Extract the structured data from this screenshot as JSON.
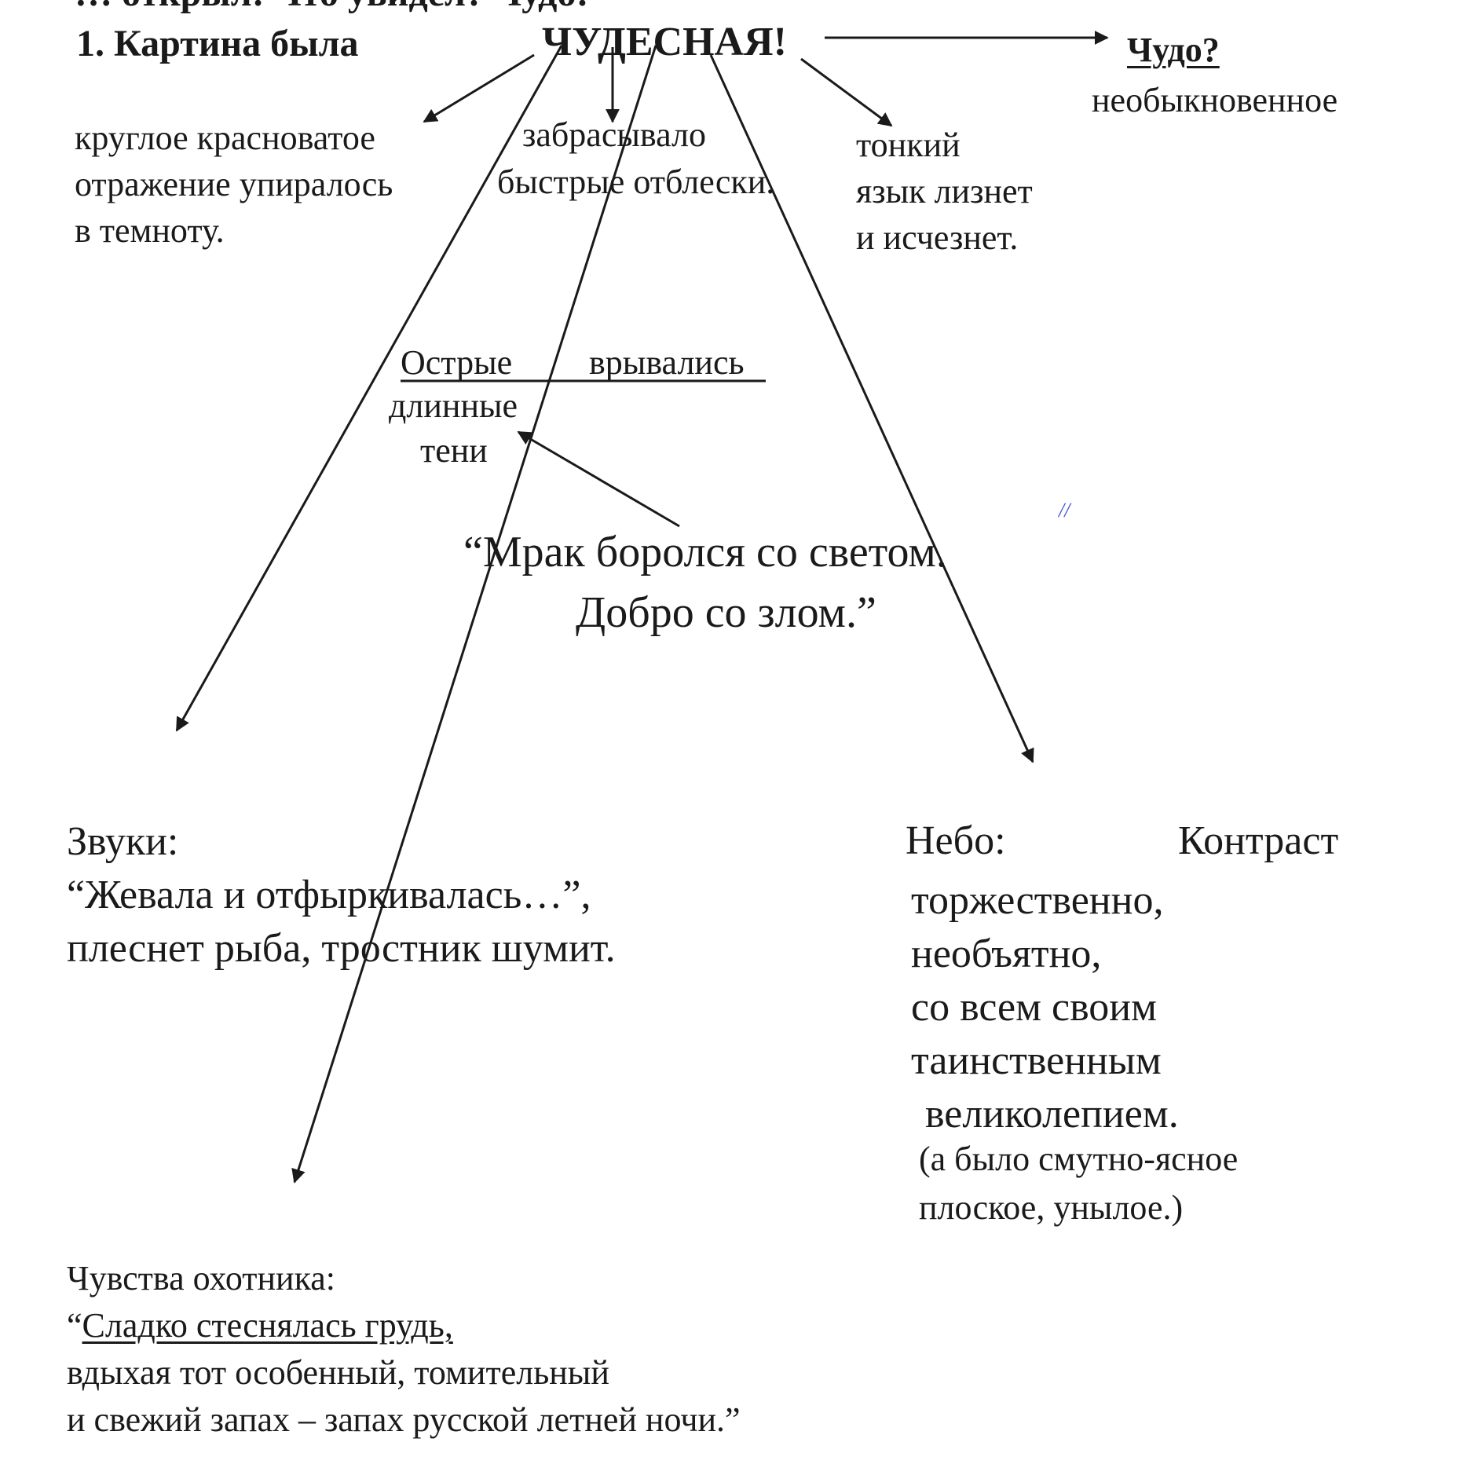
{
  "top_cut_line": "… открыл: Что увидел? Чудо!",
  "heading": {
    "prefix": "1. Картина была",
    "key": "ЧУДЕСНАЯ!"
  },
  "chudo": {
    "question": "Чудо?",
    "answer": "необыкновенное"
  },
  "branch_reflection": [
    "круглое красноватое",
    "отражение упиралось",
    "в темноту."
  ],
  "branch_glints": [
    "забрасывало",
    "быстрые отблески."
  ],
  "branch_tongue": [
    "тонкий",
    "язык лизнет",
    "и исчезнет."
  ],
  "shadows": {
    "line1_a": "Острые",
    "line1_b": "врывались",
    "line2": "длинные",
    "line3": "тени"
  },
  "quote": [
    "“Мрак боролся со светом.",
    "Добро со злом.”"
  ],
  "sounds": [
    "Звуки:",
    "“Жевала и отфыркивалась…”,",
    "плеснет рыба, тростник шумит."
  ],
  "sky": {
    "label": "Небо:",
    "contrast": "Контраст",
    "lines": [
      "торжественно,",
      "необъятно,",
      "со всем своим",
      "таинственным",
      "великолепием."
    ],
    "note": [
      "(а было смутно-ясное",
      "плоское, унылое.)"
    ]
  },
  "feelings": {
    "title": "Чувства охотника:",
    "quote_mark": "“",
    "line1": "Сладко стеснялась грудь,",
    "line2": "вдыхая тот особенный, томительный",
    "line3": "и свежий запах – запах русской летней ночи.”"
  },
  "pen_mark": "//"
}
